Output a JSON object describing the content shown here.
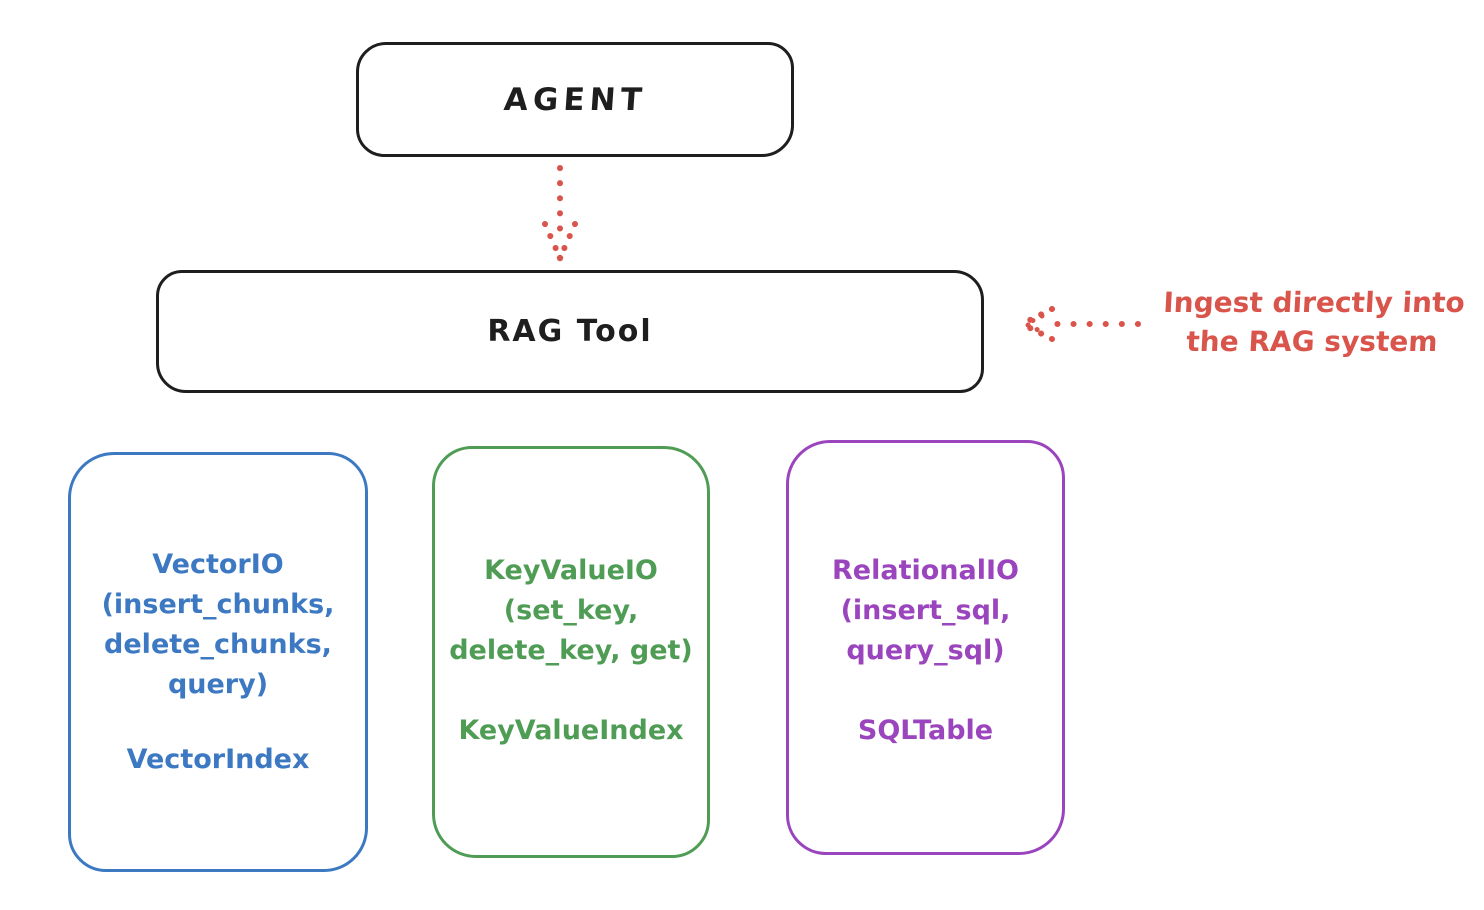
{
  "colors": {
    "stroke_black": "#1e1e1e",
    "arrow_red": "#d9544b",
    "vector_blue": "#3c79c2",
    "keyvalue_green": "#4f9c55",
    "relational_purple": "#9a44bd",
    "background": "#ffffff"
  },
  "diagram": {
    "agent": {
      "label": "AGENT"
    },
    "rag_tool": {
      "label": "RAG Tool"
    },
    "annotation": {
      "line1": "Ingest directly into",
      "line2": "the RAG system"
    },
    "arrows": {
      "agent_to_rag": "dotted-down-arrow",
      "annotation_to_rag": "dotted-left-arrow"
    },
    "io_boxes": [
      {
        "name": "VectorIO",
        "color": "#3c79c2",
        "lines": [
          "VectorIO",
          "(insert_chunks,",
          "delete_chunks,",
          "query)"
        ],
        "index_label": "VectorIndex"
      },
      {
        "name": "KeyValueIO",
        "color": "#4f9c55",
        "lines": [
          "KeyValueIO",
          "(set_key,",
          "delete_key, get)"
        ],
        "index_label": "KeyValueIndex"
      },
      {
        "name": "RelationalIO",
        "color": "#9a44bd",
        "lines": [
          "RelationalIO",
          "(insert_sql,",
          "query_sql)"
        ],
        "index_label": "SQLTable"
      }
    ]
  }
}
